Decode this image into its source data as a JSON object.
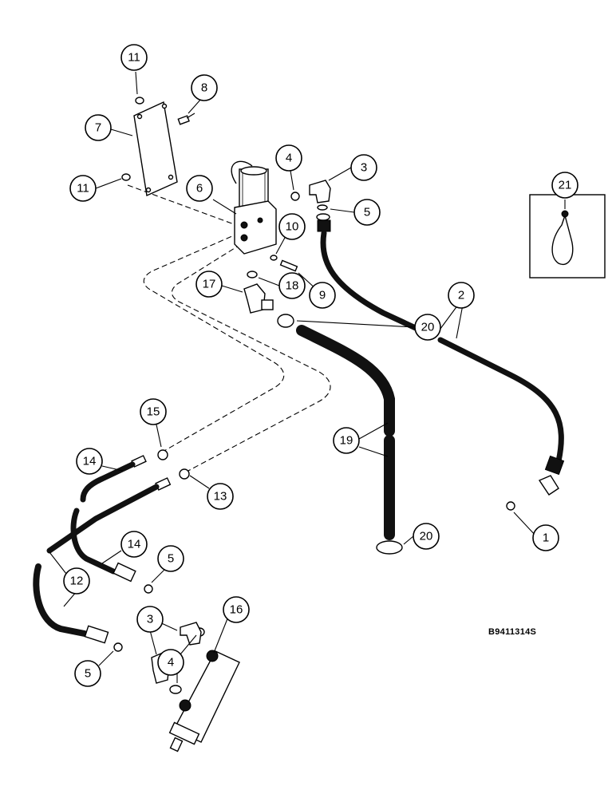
{
  "drawing_code": "B9411314S",
  "callouts": [
    {
      "id": "c11a",
      "label": "11"
    },
    {
      "id": "c8",
      "label": "8"
    },
    {
      "id": "c7",
      "label": "7"
    },
    {
      "id": "c11b",
      "label": "11"
    },
    {
      "id": "c6",
      "label": "6"
    },
    {
      "id": "c4a",
      "label": "4"
    },
    {
      "id": "c3a",
      "label": "3"
    },
    {
      "id": "c5a",
      "label": "5"
    },
    {
      "id": "c21",
      "label": "21"
    },
    {
      "id": "c10",
      "label": "10"
    },
    {
      "id": "c17",
      "label": "17"
    },
    {
      "id": "c18",
      "label": "18"
    },
    {
      "id": "c9",
      "label": "9"
    },
    {
      "id": "c2",
      "label": "2"
    },
    {
      "id": "c20a",
      "label": "20"
    },
    {
      "id": "c15",
      "label": "15"
    },
    {
      "id": "c19",
      "label": "19"
    },
    {
      "id": "c14a",
      "label": "14"
    },
    {
      "id": "c13",
      "label": "13"
    },
    {
      "id": "c1",
      "label": "1"
    },
    {
      "id": "c20b",
      "label": "20"
    },
    {
      "id": "c14b",
      "label": "14"
    },
    {
      "id": "c5b",
      "label": "5"
    },
    {
      "id": "c12",
      "label": "12"
    },
    {
      "id": "c16",
      "label": "16"
    },
    {
      "id": "c3b",
      "label": "3"
    },
    {
      "id": "c4b",
      "label": "4"
    },
    {
      "id": "c5c",
      "label": "5"
    }
  ]
}
